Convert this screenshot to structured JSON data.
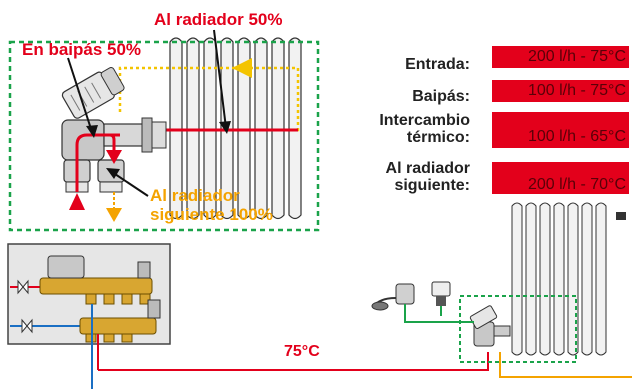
{
  "callouts": {
    "al_radiador_top": "Al radiador 50%",
    "en_baipas": "En baipás 50%",
    "al_radiador_siguiente_1": "Al radiador",
    "al_radiador_siguiente_2": "siguiente 100%",
    "temperature": "75°C"
  },
  "table": {
    "rows": [
      {
        "label_lines": [
          "Entrada:"
        ],
        "value": "200 l/h - 75°C"
      },
      {
        "label_lines": [
          "Baipás:"
        ],
        "value": "100 l/h - 75°C"
      },
      {
        "label_lines": [
          "Intercambio",
          "térmico:"
        ],
        "value": "100 l/h - 65°C"
      },
      {
        "label_lines": [
          "Al radiador",
          "siguiente:"
        ],
        "value": "200 l/h - 70°C"
      }
    ]
  },
  "colors": {
    "hot_pipe": "#e3001b",
    "return_pipe": "#f4a300",
    "cold_pipe": "#1a6fc4",
    "dashed_box": "#1aa34a",
    "value_bg": "#e3001b"
  }
}
